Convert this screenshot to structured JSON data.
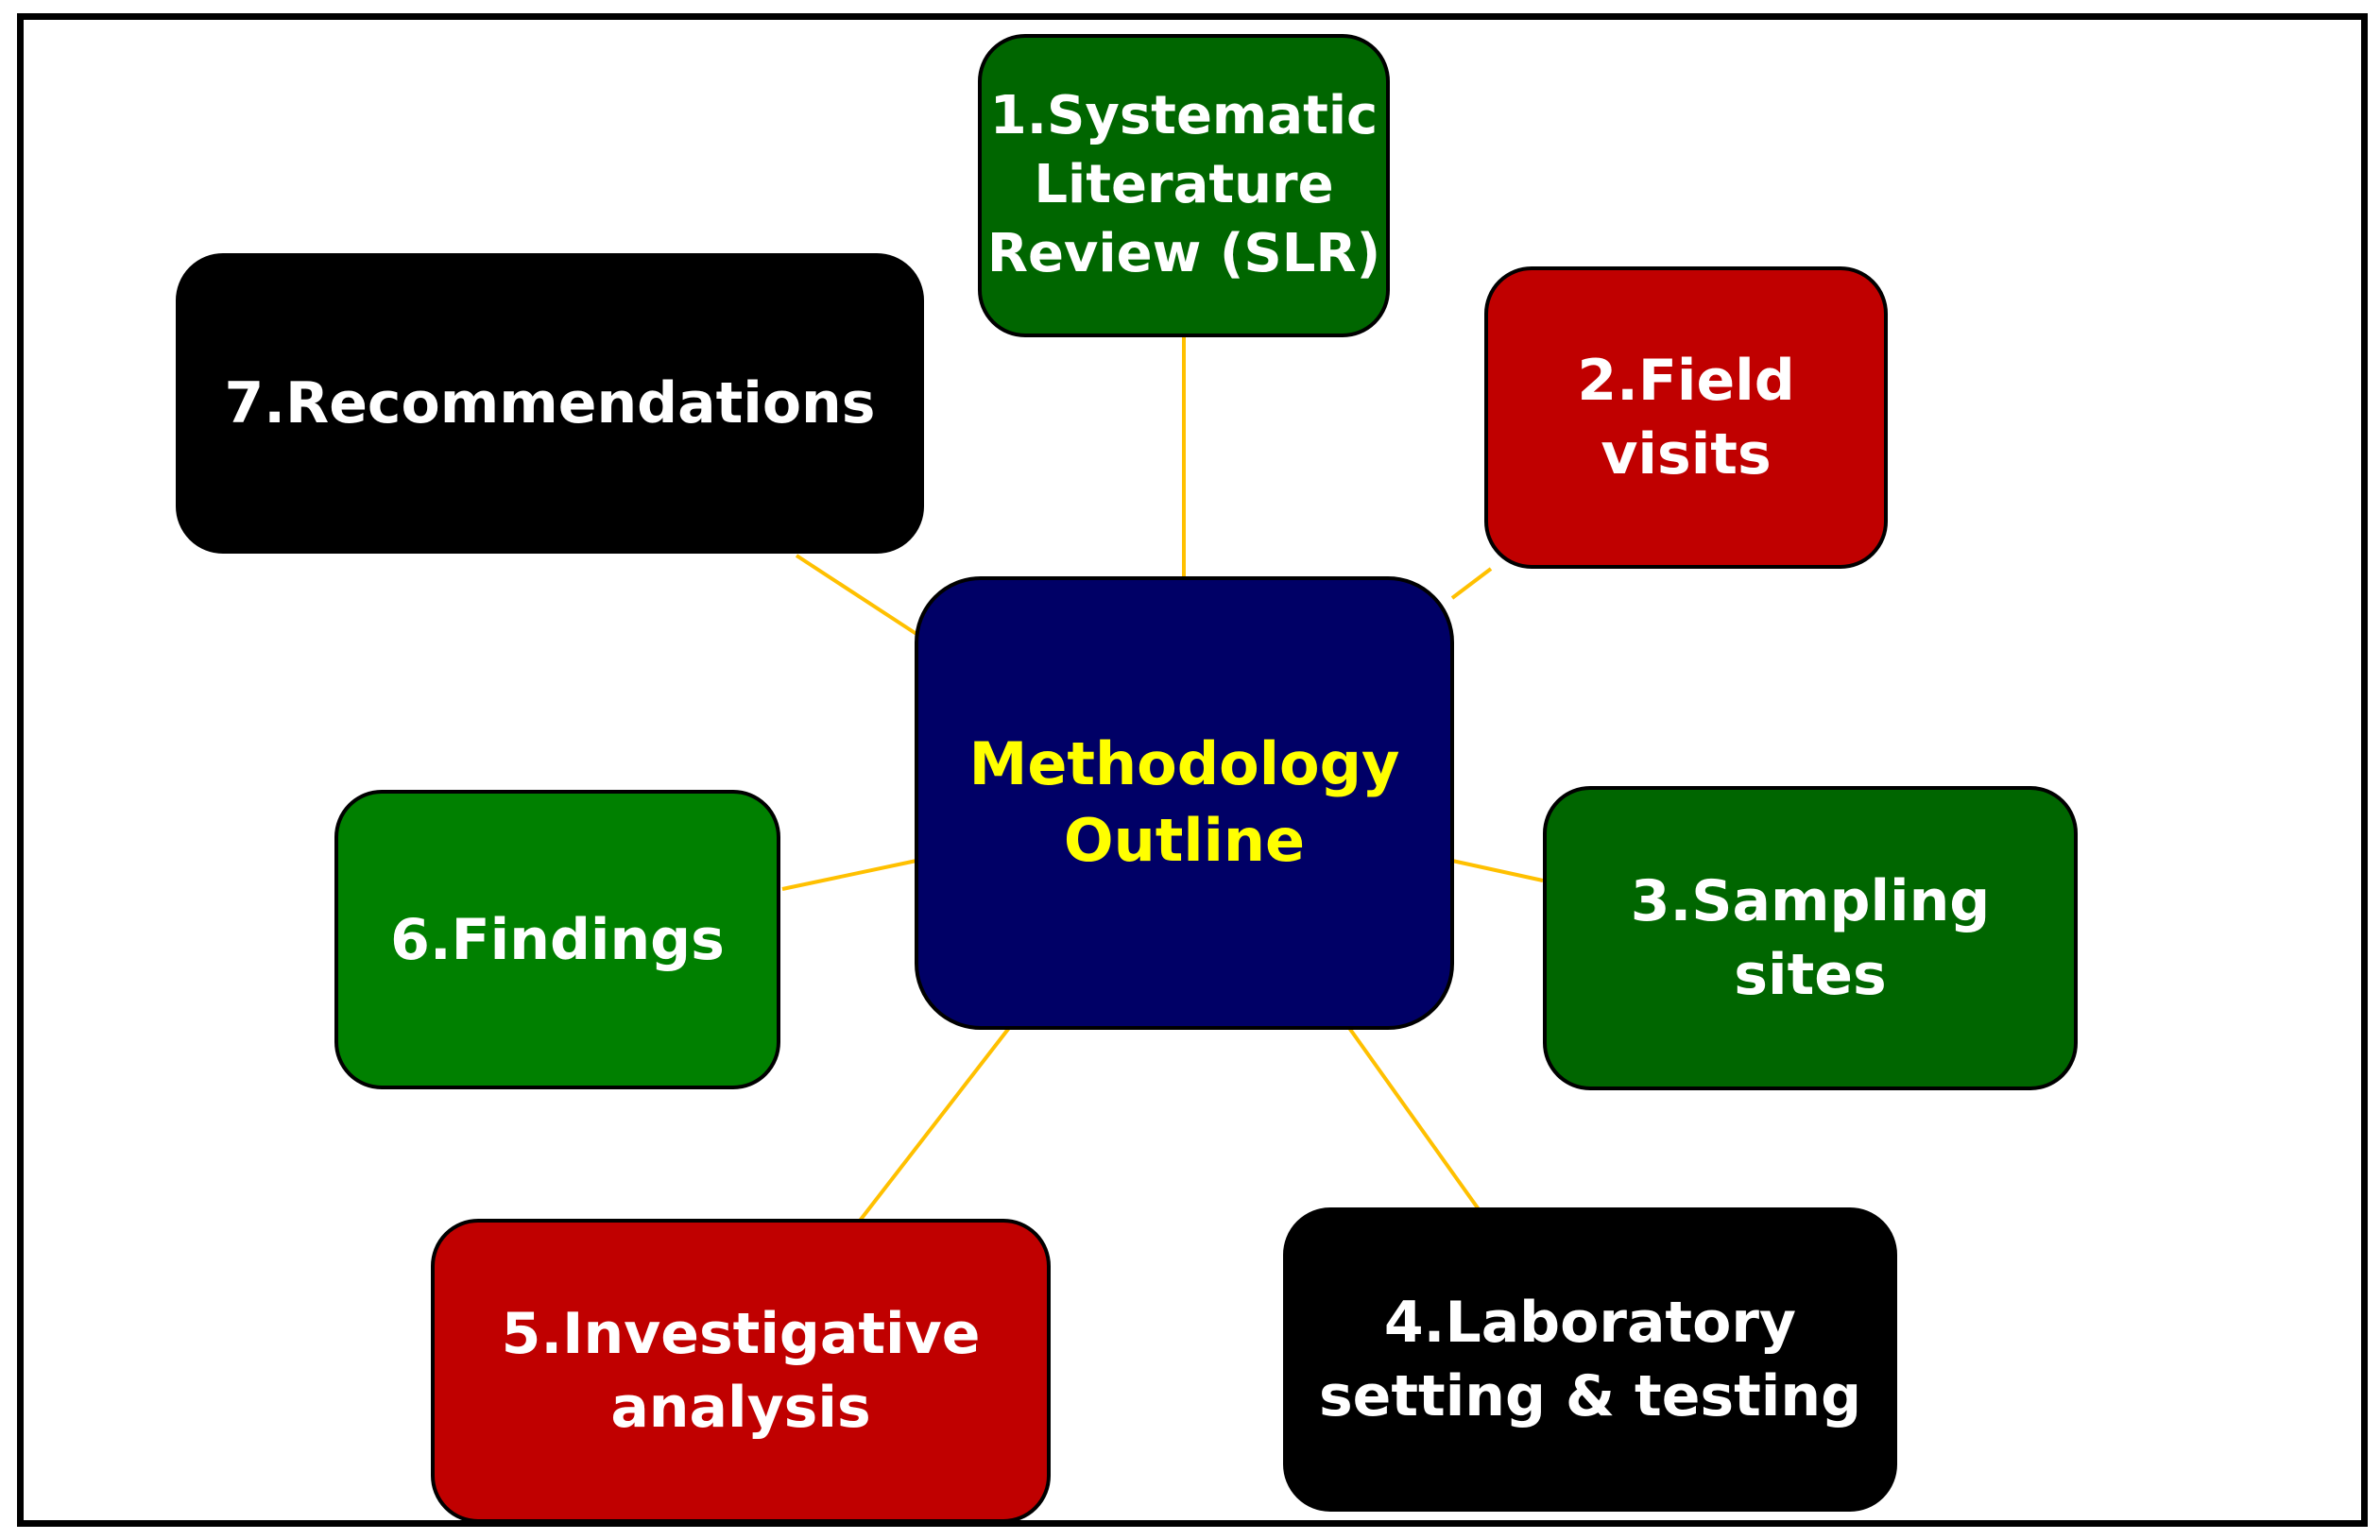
{
  "diagram": {
    "center": {
      "label": "Methodology\nOutline",
      "fill": "#000066",
      "text_color": "#ffff00"
    },
    "connector_color": "#ffc000",
    "nodes": [
      {
        "label": "1.Systematic\nLiterature\nReview (SLR)",
        "fill": "#006600"
      },
      {
        "label": "2.Field\nvisits",
        "fill": "#c00000"
      },
      {
        "label": "3.Sampling\nsites",
        "fill": "#006600"
      },
      {
        "label": "4.Laboratory\nsetting & testing",
        "fill": "#000000"
      },
      {
        "label": "5.Investigative\nanalysis",
        "fill": "#c00000"
      },
      {
        "label": "6.Findings",
        "fill": "#008000"
      },
      {
        "label": "7.Recommendations",
        "fill": "#000000"
      }
    ]
  }
}
